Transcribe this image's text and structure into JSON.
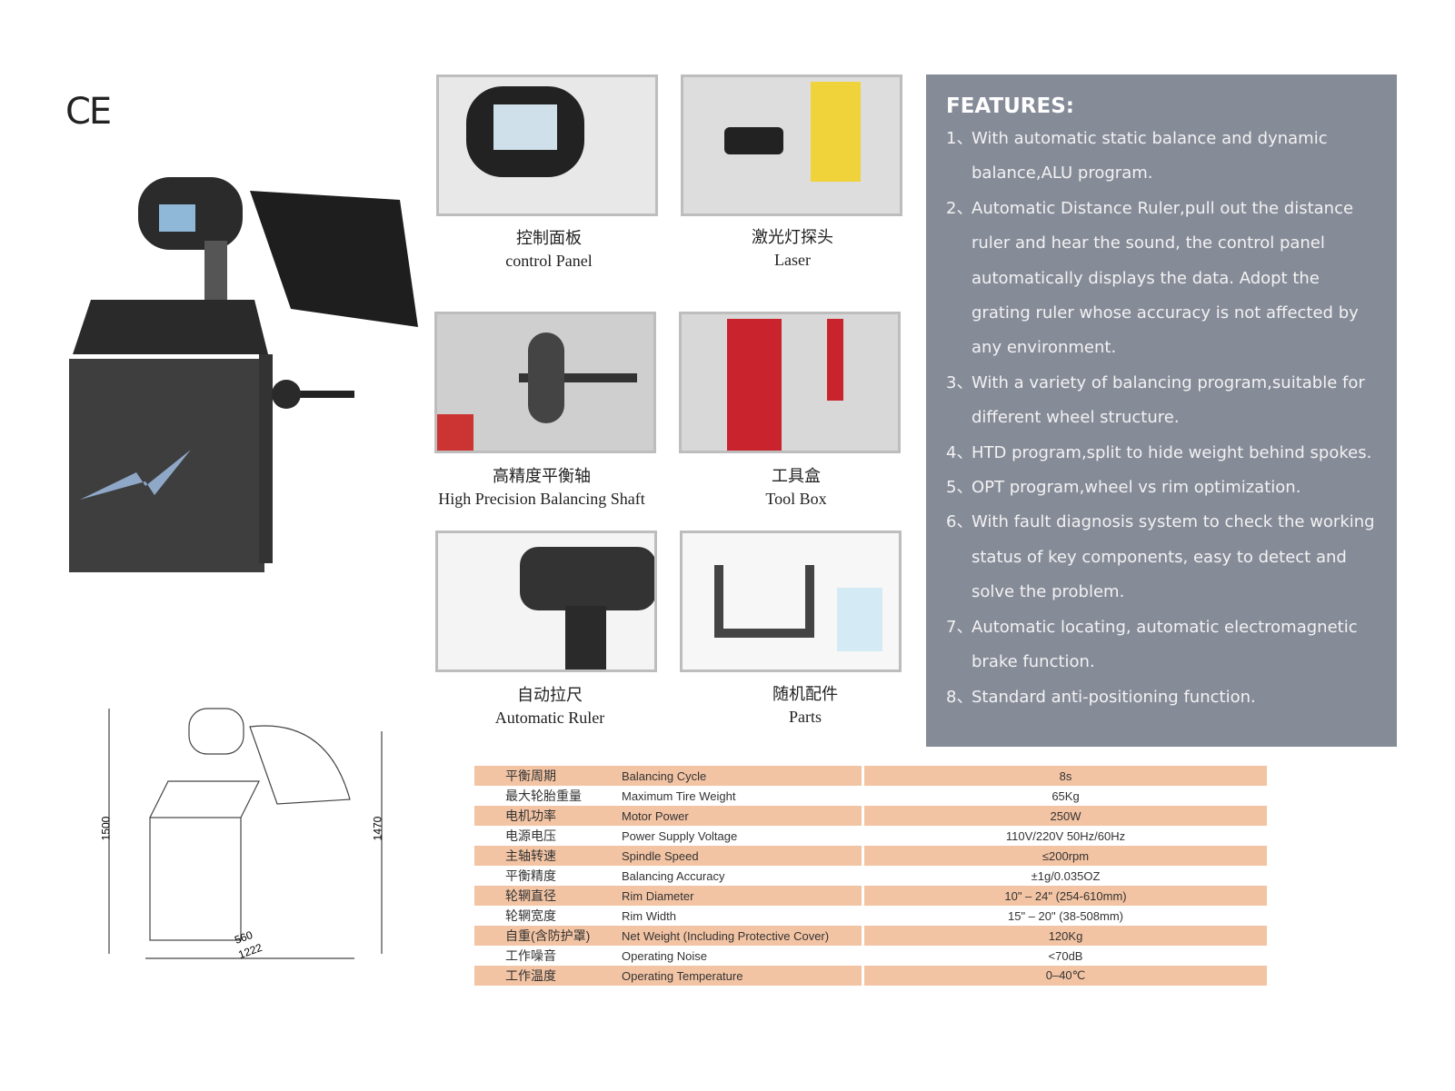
{
  "mark": "CE",
  "tiles": [
    {
      "cn": "控制面板",
      "en": "control Panel"
    },
    {
      "cn": "激光灯探头",
      "en": "Laser"
    },
    {
      "cn": "高精度平衡轴",
      "en": "High Precision Balancing Shaft"
    },
    {
      "cn": "工具盒",
      "en": "Tool Box"
    },
    {
      "cn": "自动拉尺",
      "en": "Automatic Ruler"
    },
    {
      "cn": "随机配件",
      "en": "Parts"
    }
  ],
  "drawing": {
    "height_total": "1500",
    "height_body": "1470",
    "width": "560",
    "depth": "1222"
  },
  "features": {
    "title": "FEATURES:",
    "items": [
      {
        "n": "1、",
        "text": "With automatic static balance and dynamic balance,ALU program."
      },
      {
        "n": "2、",
        "text": "Automatic Distance Ruler,pull out the distance ruler and hear the sound, the control panel automatically displays the data. Adopt the grating ruler whose accuracy is not affected by any environment."
      },
      {
        "n": "3、",
        "text": "With a variety of balancing program,suitable for different wheel structure."
      },
      {
        "n": "4、",
        "text": "HTD program,split to hide weight behind spokes."
      },
      {
        "n": "5、",
        "text": "OPT program,wheel vs rim optimization."
      },
      {
        "n": "6、",
        "text": "With fault diagnosis system to check the working status of key components, easy to detect and solve the problem."
      },
      {
        "n": "7、",
        "text": "Automatic locating, automatic electromagnetic brake function."
      },
      {
        "n": "8、",
        "text": "Standard anti-positioning function."
      }
    ]
  },
  "specs": [
    {
      "cn": "平衡周期",
      "en": "Balancing Cycle",
      "val": "8s"
    },
    {
      "cn": "最大轮胎重量",
      "en": "Maximum Tire Weight",
      "val": "65Kg"
    },
    {
      "cn": "电机功率",
      "en": "Motor Power",
      "val": "250W"
    },
    {
      "cn": "电源电压",
      "en": "Power Supply Voltage",
      "val": "110V/220V 50Hz/60Hz"
    },
    {
      "cn": "主轴转速",
      "en": "Spindle Speed",
      "val": "≤200rpm"
    },
    {
      "cn": "平衡精度",
      "en": "Balancing Accuracy",
      "val": "±1g/0.035OZ"
    },
    {
      "cn": "轮辋直径",
      "en": "Rim Diameter",
      "val": "10\" – 24\" (254-610mm)"
    },
    {
      "cn": "轮辋宽度",
      "en": "Rim Width",
      "val": "15\" – 20\" (38-508mm)"
    },
    {
      "cn": "自重(含防护罩)",
      "en": "Net Weight (Including Protective Cover)",
      "val": "120Kg"
    },
    {
      "cn": "工作噪音",
      "en": "Operating Noise",
      "val": "<70dB"
    },
    {
      "cn": "工作温度",
      "en": "Operating Temperature",
      "val": "0–40℃"
    }
  ]
}
